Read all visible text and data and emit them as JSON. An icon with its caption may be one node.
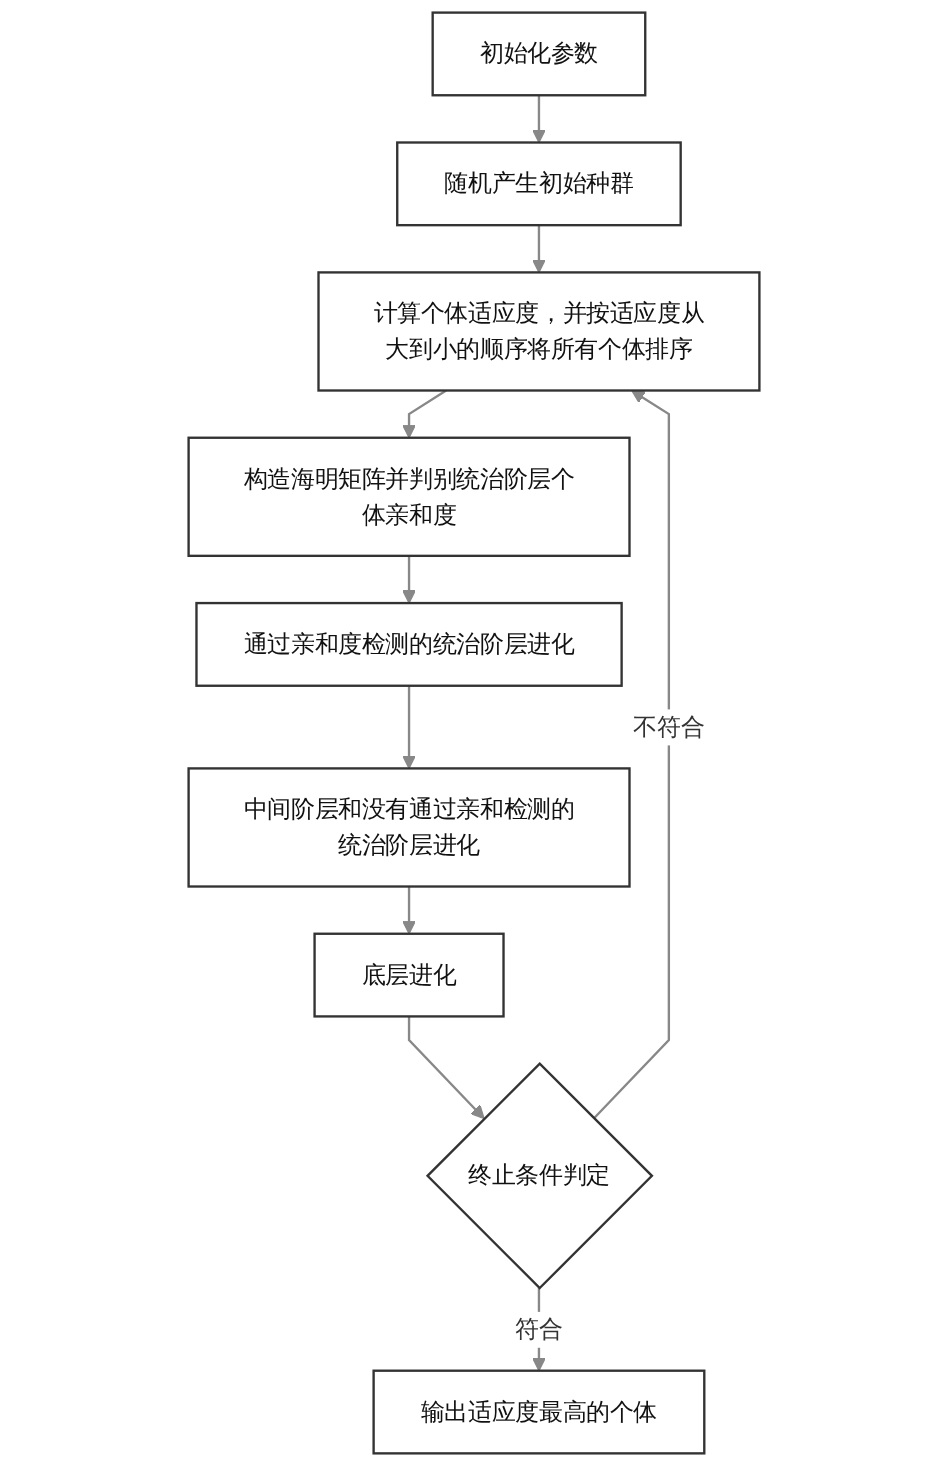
{
  "diagram": {
    "nodes": [
      {
        "text": [
          "初始化参数"
        ]
      },
      {
        "text": [
          "随机产生初始种群"
        ]
      },
      {
        "text": [
          "计算个体适应度，并按适应度从大到小的顺序将所有个体排序"
        ]
      },
      {
        "text": [
          "构造海明矩阵并判别统治阶层个体亲和度"
        ]
      },
      {
        "text": [
          "通过亲和度检测的统治阶层进化"
        ]
      },
      {
        "text": [
          "中间阶层和没有通过亲和检测的统治阶层进化"
        ]
      },
      {
        "text": [
          "底层进化"
        ]
      },
      {
        "text": [
          "终止条件判定"
        ]
      },
      {
        "text": [
          "输出适应度最高的个体"
        ]
      }
    ],
    "edges": [
      {
        "from": 0,
        "to": 1,
        "arrow": "to"
      },
      {
        "from": 1,
        "to": 2,
        "arrow": "to"
      },
      {
        "from": 2,
        "to": 3,
        "arrow": "to"
      },
      {
        "from": 3,
        "to": 4,
        "arrow": "to"
      },
      {
        "from": 4,
        "to": 5,
        "arrow": "to"
      },
      {
        "from": 5,
        "to": 6,
        "arrow": "to"
      },
      {
        "from": 6,
        "to": 7,
        "arrow": "to"
      },
      {
        "from": 7,
        "to": 2,
        "arrow": "to",
        "label": "不符合"
      },
      {
        "from": 7,
        "to": 8,
        "arrow": "to",
        "label": "符合"
      }
    ]
  }
}
